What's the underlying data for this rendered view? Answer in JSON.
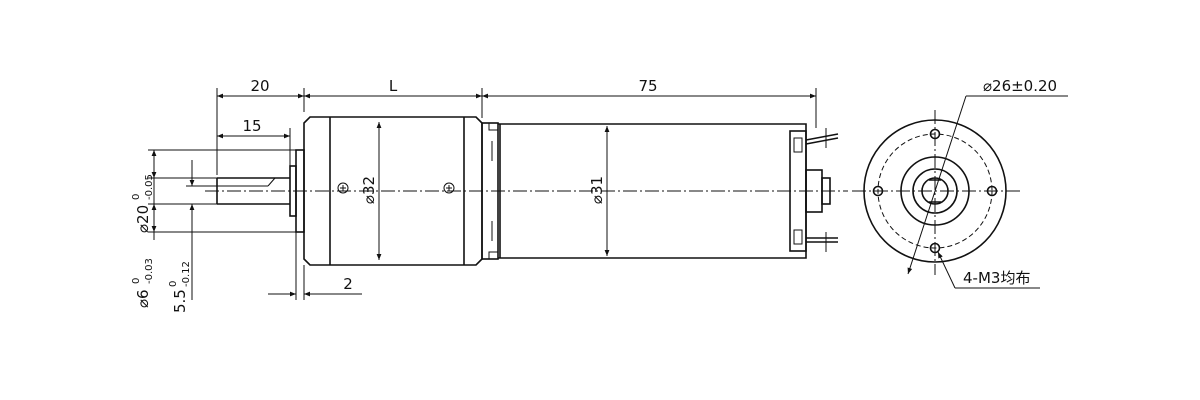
{
  "dimensions": {
    "shaft_extension": "20",
    "gearbox_length": "L",
    "motor_length": "75",
    "shaft_flat_length": "15",
    "flange_thickness": "2",
    "gearbox_diameter": "⌀32",
    "motor_diameter": "⌀31",
    "bolt_circle": "⌀26±0.20",
    "mounting_holes": "4-M3均布",
    "pilot": {
      "base": "⌀20",
      "upper": "0",
      "lower": "-0.05"
    },
    "shaft": {
      "base": "⌀6",
      "upper": "0",
      "lower": "-0.03"
    },
    "flat": {
      "base": "5.5",
      "upper": "0",
      "lower": "-0.12"
    }
  }
}
